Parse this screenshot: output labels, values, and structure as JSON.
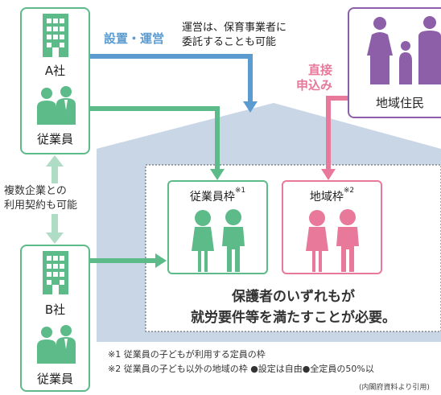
{
  "company_a": {
    "name": "A社",
    "staff_label": "従業員"
  },
  "company_b": {
    "name": "B社",
    "staff_label": "従業員"
  },
  "setup_label": "設置・運営",
  "operation_note": [
    "運営は、保育事業者に",
    "委託することも可能"
  ],
  "direct_label": [
    "直接",
    "申込み"
  ],
  "residents_label": "地域住民",
  "multi_company_note": [
    "複数企業との",
    "利用契約も可能"
  ],
  "employee_slot": {
    "label": "従業員枠",
    "mark": "※1"
  },
  "regional_slot": {
    "label": "地域枠",
    "mark": "※2"
  },
  "requirement": [
    "保護者のいずれもが",
    "就労要件等を満たすことが必要。"
  ],
  "footnotes": [
    "※1 従業員の子どもが利用する定員の枠",
    "※2 従業員の子ども以外の地域の枠 ●設定は自由●全定員の50%以"
  ],
  "source": "(内閣府資料より引用)",
  "colors": {
    "green": "#5dbb8a",
    "blue": "#5b9bd0",
    "pink": "#e8799a",
    "purple": "#8c5fa8",
    "house": "#c9d6e6"
  }
}
